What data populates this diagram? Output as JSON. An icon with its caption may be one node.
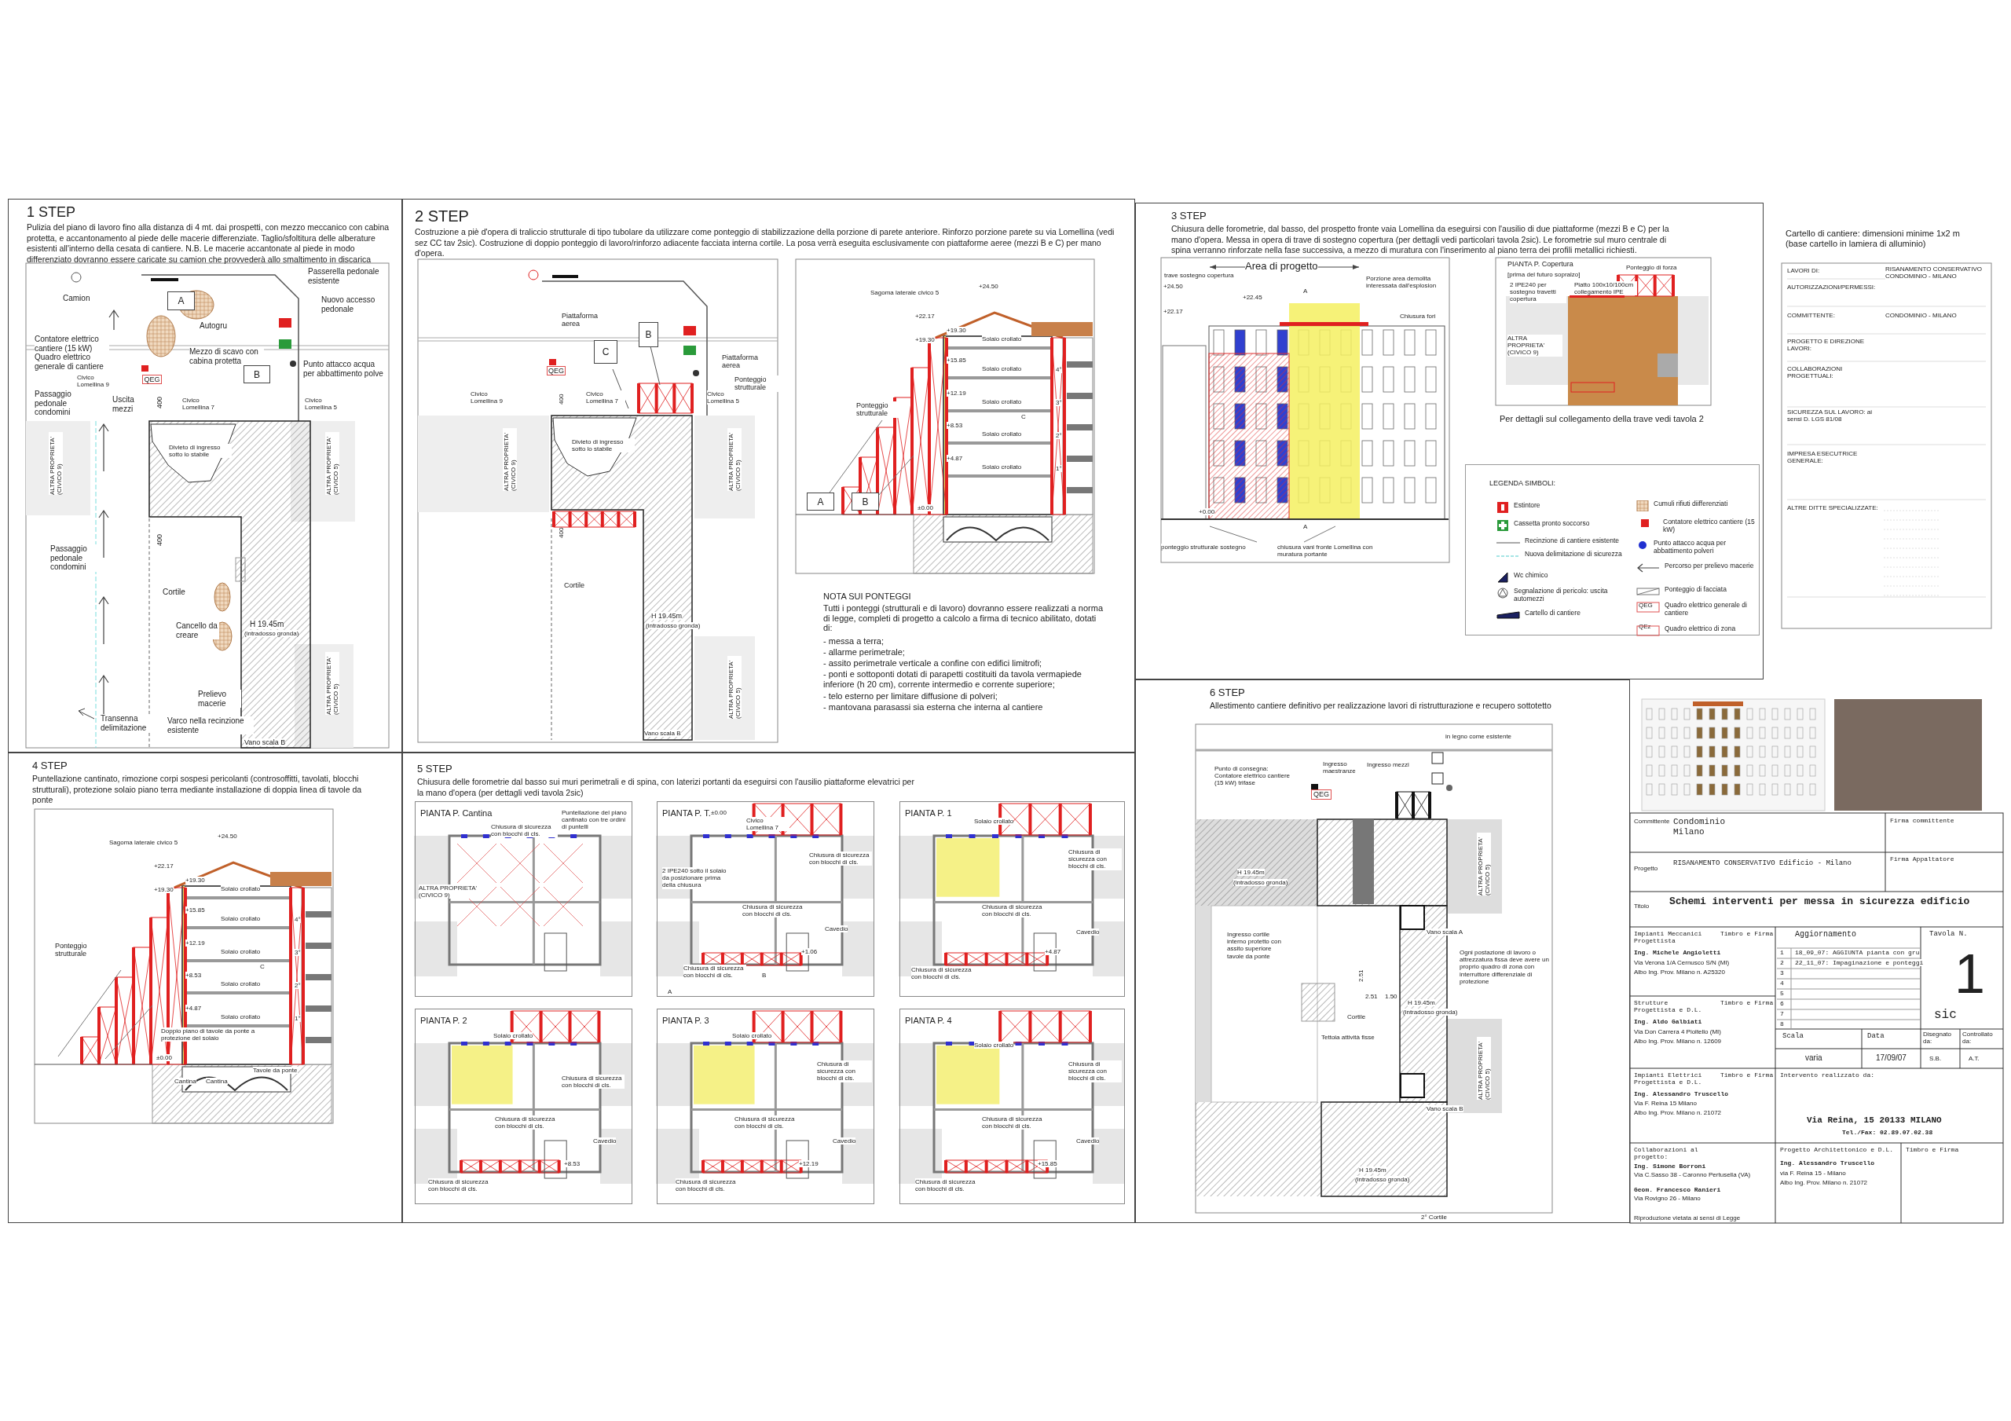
{
  "diagram": {
    "nodes": [
      {
        "text": [
          "1 STEP",
          "Pulizia del piano di lavoro fino alla distanza di 4 mt. dai prospetti, con mezzo meccanico con cabina protetta, e accantonamento al piede delle macerie differenziate. Taglio/sfoltitura delle alberature esistenti all'interno della cesata di cantiere.  N.B. Le macerie accantonate al piede in modo differenziato dovranno essere caricate su camion che provvederà allo smaltimento in discarica"
        ]
      },
      {
        "text": [
          "A"
        ],
        "in": 0
      },
      {
        "text": [
          "B"
        ],
        "in": 0
      },
      {
        "text": [
          "QEG"
        ],
        "in": 0
      },
      {
        "text": [
          "2 STEP",
          "Costruzione a piè d'opera di traliccio strutturale di tipo tubolare da utilizzare come ponteggio di stabilizzazione della porzione di parete anteriore. Rinforzo porzione parete su via Lomellina (vedi sez CC tav 2sic).  Costruzione di doppio ponteggio di lavoro/rinforzo adiacente facciata interna cortile. La posa verrà eseguita esclusivamente con piattaforme aeree (mezzi B e C) per mano d'opera."
        ]
      },
      {
        "text": [
          "B"
        ],
        "in": 4
      },
      {
        "text": [
          "C"
        ],
        "in": 4
      },
      {
        "text": [
          "QEG"
        ],
        "in": 4
      },
      {
        "text": [
          "A"
        ],
        "in": 4
      },
      {
        "text": [
          "B"
        ],
        "in": 4
      },
      {
        "text": [
          "3 STEP",
          "Chiusura delle forometrie, dal basso, del prospetto fronte vaia Lomellina da eseguirsi con l'ausilio di due piattaforme (mezzi B e C) per la mano d'opera. Messa in opera di trave di sostegno copertura (per dettagli vedi particolari tavola 2sic). Le forometrie sul muro centrale di spina verranno rinforzate nella fase successiva, a mezzo di muratura con l'inserimento al piano terra dei profili metallici richiesti."
        ]
      },
      {
        "text": [
          "LEGENDA SIMBOLI:"
        ],
        "in": 10
      },
      {
        "text": [
          "4 STEP",
          "Puntellazione cantinato, rimozione corpi sospesi pericolanti (controsoffitti, tavolati, blocchi strutturali), protezione solaio piano terra mediante installazione di doppia linea di tavole da ponte"
        ]
      },
      {
        "text": [
          "5 STEP",
          "Chiusura delle forometrie dal basso sui muri perimetrali e di spina, con laterizi portanti da eseguirsi con l'ausilio piattaforme elevatrici per la mano d'opera (per dettagli vedi tavola 2sic)"
        ]
      },
      {
        "text": [
          "PIANTA P. Cantina"
        ],
        "in": 13
      },
      {
        "text": [
          "PIANTA P. T."
        ],
        "in": 13
      },
      {
        "text": [
          "PIANTA P. 1"
        ],
        "in": 13
      },
      {
        "text": [
          "PIANTA P. 2"
        ],
        "in": 13
      },
      {
        "text": [
          "PIANTA P. 3"
        ],
        "in": 13
      },
      {
        "text": [
          "PIANTA P. 4"
        ],
        "in": 13
      },
      {
        "text": [
          "6 STEP",
          "Allestimento cantiere definitivo per realizzazione lavori di ristrutturazione e recupero sottotetto"
        ]
      },
      {
        "text": [
          "QEG"
        ],
        "in": 20
      }
    ],
    "labels": [
      "Passerella pedonale esistente",
      "Camion",
      "Nuovo accesso pedonale",
      "Autogru",
      "Contatore elettrico cantiere (15 kW)",
      "Quadro elettrico generale di cantiere",
      "Mezzo di scavo con cabina protetta",
      "Punto attacco acqua per abbattimento polve",
      "Civico Lomellina 9",
      "Passaggio pedonale condomini",
      "Uscita mezzi",
      "400",
      "Civico Lomellina 7",
      "Civico Lomellina 5",
      "Divieto di ingresso sotto lo stabile",
      "ALTRA PROPRIETA' (CIVICO 9)",
      "ALTRA PROPRIETA' (CIVICO 5)",
      "400",
      "Passaggio pedonale condomini",
      "Cortile",
      "Cancello da creare",
      "H 19.45m",
      "(intradosso gronda)",
      "Prelievo macerie",
      "Transenna delimitazione",
      "Varco nella recinzione esistente",
      "ALTRA PROPRIETA' (CIVICO 5)",
      "Vano scala B",
      "Piattaforma aerea",
      "Piattaforma aerea",
      "Ponteggio strutturale",
      "Civico Lomellina 9",
      "400",
      "Civico Lomellina 7",
      "Civico Lomellina 5",
      "Divieto di ingresso sotto lo stabile",
      "ALTRA PROPRIETA' (CIVICO 9)",
      "ALTRA PROPRIETA' (CIVICO 5)",
      "400",
      "Cortile",
      "H 19.45m",
      "(intradosso gronda)",
      "ALTRA PROPRIETA' (CIVICO 5)",
      "Vano scala B",
      "+24.50",
      "Sagoma laterale civico 5",
      "+22.17",
      "+19.30",
      "+19.30",
      "Solaio crollato",
      "+15.85",
      "Solaio crollato",
      "+12.19",
      "Solaio crollato",
      "C",
      "+8.53",
      "Solaio crollato",
      "+4.87",
      "Solaio crollato",
      "±0.00",
      "4°",
      "3°",
      "2°",
      "1°",
      "Ponteggio strutturale",
      "NOTA SUI PONTEGGI",
      "Tutti i ponteggi (strutturali e di lavoro) dovranno essere realizzati a norma di legge, completi di progetto a calcolo a firma di tecnico abilitato, dotati di:",
      "- messa a terra;",
      "- allarme perimetrale;",
      "- assito perimetrale verticale a confine con edifici limitrofi;",
      "- ponti e sottoponti dotati di parapetti costituiti da tavola vermapiede inferiore (h 20 cm), corrente intermedio e corrente superiore;",
      "- telo esterno per limitare diffusione di polveri;",
      "- mantovana parasassi sia esterna che interna al cantiere",
      "Area di progetto",
      "trave sostegno copertura",
      "Porzione area demolita interessata dall'esplosion",
      "+24.50",
      "+22.45",
      "+22.17",
      "A",
      "Chiusura fori",
      "+0.00",
      "A",
      "ponteggio strutturale sostegno",
      "chiusura vani fronte Lomellina con muratura portante",
      "PIANTA P. Copertura",
      "[prima del futuro sopralzo]",
      "Ponteggio di forza",
      "2 IPE240 per sostegno travetti copertura",
      "Piatto 100x10/100cm collegamento IPE",
      "ALTRA PROPRIETA' (CIVICO 9)",
      "Per dettagli sul collegamento  della trave vedi tavola 2",
      "QEG",
      "QEz",
      "Cartello di cantiere: dimensioni minime 1x2 m (base cartello in lamiera di alluminio)",
      "LAVORI DI:",
      "RISANAMENTO CONSERVATIVO CONDOMINIO - MILANO",
      "AUTORIZZAZIONI/PERMESSI:",
      "COMMITTENTE:",
      "CONDOMINIO - MILANO",
      "PROGETTO E DIREZIONE LAVORI:",
      "COLLABORAZIONI PROGETTUALI:",
      "SICUREZZA SUL LAVORO: ai sensi D. LGS 81/08",
      "IMPRESA ESECUTRICE GENERALE:",
      "ALTRE DITTE SPECIALIZZATE:",
      "+24.50",
      "Sagoma laterale civico 5",
      "+22.17",
      "+19.30",
      "+19.30",
      "Solaio crollato",
      "+15.85",
      "Solaio crollato",
      "+12.19",
      "Ponteggio strutturale",
      "Solaio crollato",
      "C",
      "+8.53",
      "Solaio crollato",
      "+4.87",
      "Solaio crollato",
      "Doppio piano di tavole da ponte a protezione del solaio",
      "±0.00",
      "Cantina",
      "Cantina",
      "Tavole da ponte",
      "4°",
      "3°",
      "2°",
      "1°",
      "Chiusura di sicurezza con blocchi di cls.",
      "Puntellazione del piano cantinato con tre ordini di puntelli",
      "ALTRA PROPRIETA' (CIVICO 9)",
      "±0.00",
      "Civico Lomellina 7",
      "Chiusura di sicurezza con blocchi di cls.",
      "2 IPE240 sotto il solaio da posizionare prima della chiusura",
      "Chiusura di sicurezza con blocchi di cls.",
      "Cavedio",
      "+1.06",
      "Chiusura di sicurezza con blocchi di cls.",
      "B",
      "A",
      "Solaio crollato",
      "Chiusura di sicurezza con blocchi di cls.",
      "Chiusura di sicurezza con blocchi di cls.",
      "Cavedio",
      "+4.87",
      "Chiusura di sicurezza con blocchi di cls.",
      "Solaio crollato",
      "Chiusura di sicurezza con blocchi di cls.",
      "Chiusura di sicurezza con blocchi di cls.",
      "Cavedio",
      "+8.53",
      "Chiusura di sicurezza con blocchi di cls.",
      "Solaio crollato",
      "Chiusura di sicurezza con blocchi di cls.",
      "Chiusura di sicurezza con blocchi di cls.",
      "Cavedio",
      "+12.19",
      "Chiusura di sicurezza con blocchi di cls.",
      "Solaio crollato",
      "Chiusura di sicurezza con blocchi di cls.",
      "Chiusura di sicurezza con blocchi di cls.",
      "Cavedio",
      "+15.85",
      "Chiusura di sicurezza con blocchi di cls.",
      "in legno come esistente",
      "Punto di consegna: Contatore elettrico cantiere (15 kW) trifase",
      "Ingresso maestranze",
      "Ingresso mezzi",
      "H 19.45m",
      "(intradosso gronda)",
      "ALTRA PROPRIETA' (CIVICO 5)",
      "Ingresso cortile interno protetto con assito superiore tavole da ponte",
      "Vano scala A",
      "2.51",
      "2.51",
      "1.50",
      "Ogni postazione di lavoro o attrezzatura fissa deve avere un proprio quadro di zona con interruttore differenziale di protezione",
      "H 19.45m",
      "(intradosso gronda)",
      "Cortile",
      "Tettoia attività fisse",
      "ALTRA PROPRIETA' (CIVICO 5)",
      "Vano scala B",
      "H 19.45m",
      "(intradosso gronda)",
      "2° Cortile",
      "Committente",
      "Condominio Milano",
      "Firma committente",
      "Progetto",
      "RISANAMENTO CONSERVATIVO Edificio - Milano",
      "Firma Appaltatore",
      "Titolo",
      "Schemi interventi per messa in sicurezza edificio",
      "Impianti Meccanici Progettista",
      "Timbro e Firma",
      "Aggiornamento",
      "Tavola N.",
      "Ing. Michele Angioletti",
      "Via Verona 1/A Cernusco S/N (MI)",
      "Albo Ing. Prov. Milano n. A25320",
      "1",
      "18_09_07: AGGIUNTA pianta con gru",
      "2",
      "22_11_07: Impaginazione e ponteggi",
      "3",
      "4",
      "5",
      "6",
      "7",
      "8",
      "1",
      "sic",
      "Strutture Progettista e D.L.",
      "Timbro e Firma",
      "Ing. Aldo Galbiati",
      "Via Don Carrera 4 Pioltello (MI)",
      "Albo Ing. Prov. Milano n. 12609",
      "Scala",
      "Data",
      "Disegnato da:",
      "Controllato da:",
      "varia",
      "17/09/07",
      "S.B.",
      "A.T.",
      "Impianti Elettrici Progettista e D.L.",
      "Timbro e Firma",
      "Intervento realizzato da:",
      "Ing. Alessandro Truscello",
      "Via F. Reina 15 Milano",
      "Albo Ing. Prov. Milano n. 21072",
      "Via Reina, 15  20133  MILANO",
      "Tel./Fax: 02.89.07.02.38",
      "Collaborazioni al progetto:",
      "Progetto Architettonico e D.L.",
      "Timbro e Firma",
      "Ing. Alessandro Truscello",
      "via F. Reina 15 - Milano",
      "Albo Ing. Prov. Milano n. 21072",
      "Ing. Simone Borroni",
      "Via C.Sasso 38 - Caronno Pertusella (VA)",
      "Geom. Francesco Ranieri",
      "Via Rovigno 26 - Milano",
      "Riproduzione vietata ai sensi di Legge"
    ],
    "legend": [
      {
        "text": "Estintore"
      },
      {
        "text": "Cassetta pronto soccorso"
      },
      {
        "text": "Recinzione di cantiere esistente"
      },
      {
        "text": "Nuova delimitazione di sicurezza"
      },
      {
        "text": "Wc chimico"
      },
      {
        "text": "Segnalazione di pericolo: uscita automezzi"
      },
      {
        "text": "Cartello di cantiere"
      },
      {
        "text": "Cumuli rifiuti diifferenziati"
      },
      {
        "text": "Contatore elettrico cantiere (15 kW)",
        "color": "#e02020"
      },
      {
        "text": "Punto attacco acqua per abbattimento polveri"
      },
      {
        "text": "Percorso per prelievo macerie"
      },
      {
        "text": "Ponteggio di facciata"
      },
      {
        "text": "Quadro elettrico generale di cantiere"
      },
      {
        "text": "Quadro elettrico di zona"
      }
    ]
  }
}
